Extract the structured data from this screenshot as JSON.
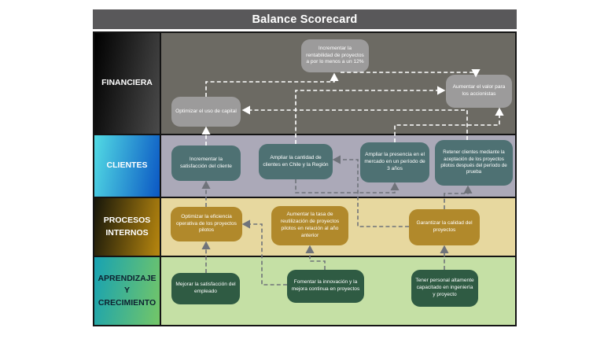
{
  "title": "Balance Scorecard",
  "rows": [
    {
      "label": "FINANCIERA",
      "boxes": [
        {
          "text": "Incrementar la rentabilidad de proyectos a por lo menos a un 12%"
        },
        {
          "text": "Aumentar el valor para los accionistas"
        },
        {
          "text": "Optimizar el uso de capital"
        }
      ]
    },
    {
      "label": "CLIENTES",
      "boxes": [
        {
          "text": "Incrementar la satisfacción del cliente"
        },
        {
          "text": "Ampliar la cantidad de clientes en Chile y la Región"
        },
        {
          "text": "Ampliar la presencia en el mercado en un período de 3 años"
        },
        {
          "text": "Retener clientes mediante la aceptación de los proyectos pilotos después del período de prueba"
        }
      ]
    },
    {
      "label": "PROCESOS INTERNOS",
      "boxes": [
        {
          "text": "Optimizar la eficiencia operativa de los proyectos pilotos"
        },
        {
          "text": "Aumentar la tasa de reutilización de proyectos pilotos en relación al año anterior"
        },
        {
          "text": "Garantizar la calidad del proyectos"
        }
      ]
    },
    {
      "label": "APRENDIZAJE Y CRECIMIENTO",
      "boxes": [
        {
          "text": "Mejorar la satisfacción del empleado"
        },
        {
          "text": "Fomentar la innovación y la mejora continua en proyectos"
        },
        {
          "text": "Tener personal altamente capacitado en ingeniería y proyecto"
        }
      ]
    }
  ],
  "colors": {
    "title_bg": "#59585a",
    "fin_label_from": "#000000",
    "fin_label_to": "#4a4a4a",
    "fin_bg": "#6c6a63",
    "fin_box": "#9c9b9b",
    "cli_label_from": "#52dbe4",
    "cli_label_to": "#0b57c4",
    "cli_bg": "#aba9b8",
    "cli_box": "#4e7173",
    "pro_label_from": "#16160a",
    "pro_label_to": "#b8870f",
    "pro_bg": "#e7d89f",
    "pro_box": "#b1892b",
    "apr_label_from": "#17a2b2",
    "apr_label_to": "#74c667",
    "apr_bg": "#c5e0a5",
    "apr_box": "#2f5b43",
    "arrow_light": "#ffffff",
    "arrow_dark": "#6f737a"
  }
}
